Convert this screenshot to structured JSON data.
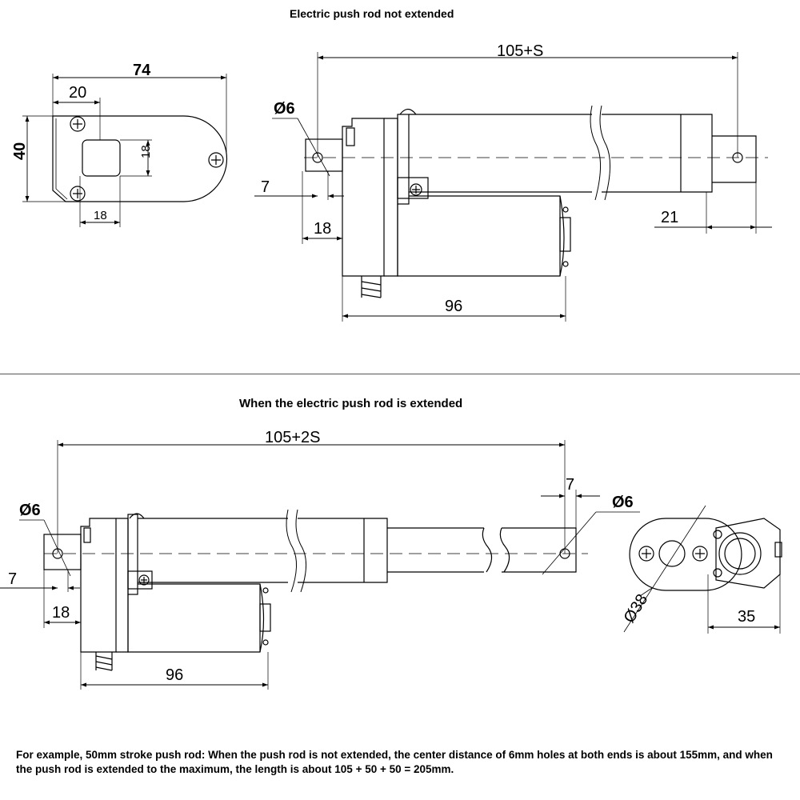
{
  "titles": {
    "top": "Electric push rod not extended",
    "bottom": "When the electric push rod is extended"
  },
  "dimensions": {
    "total_retracted": "105+S",
    "total_extended": "105+2S",
    "mount_width": "74",
    "mount_offset": "20",
    "mount_height": "40",
    "slot_height": "18",
    "slot_offset": "18",
    "hole_diameter": "Ø6",
    "hole_edge": "7",
    "clevis_width": "18",
    "rod_end": "21",
    "motor_length": "96",
    "body_diameter": "Ø38",
    "end_width": "35"
  },
  "footnote": "For example, 50mm stroke push rod: When the push rod is not extended, the center distance of 6mm holes at both ends is about 155mm, and when the push rod is extended to the maximum, the length is about 105 + 50 + 50 = 205mm.",
  "colors": {
    "line": "#000000",
    "background": "#ffffff"
  }
}
